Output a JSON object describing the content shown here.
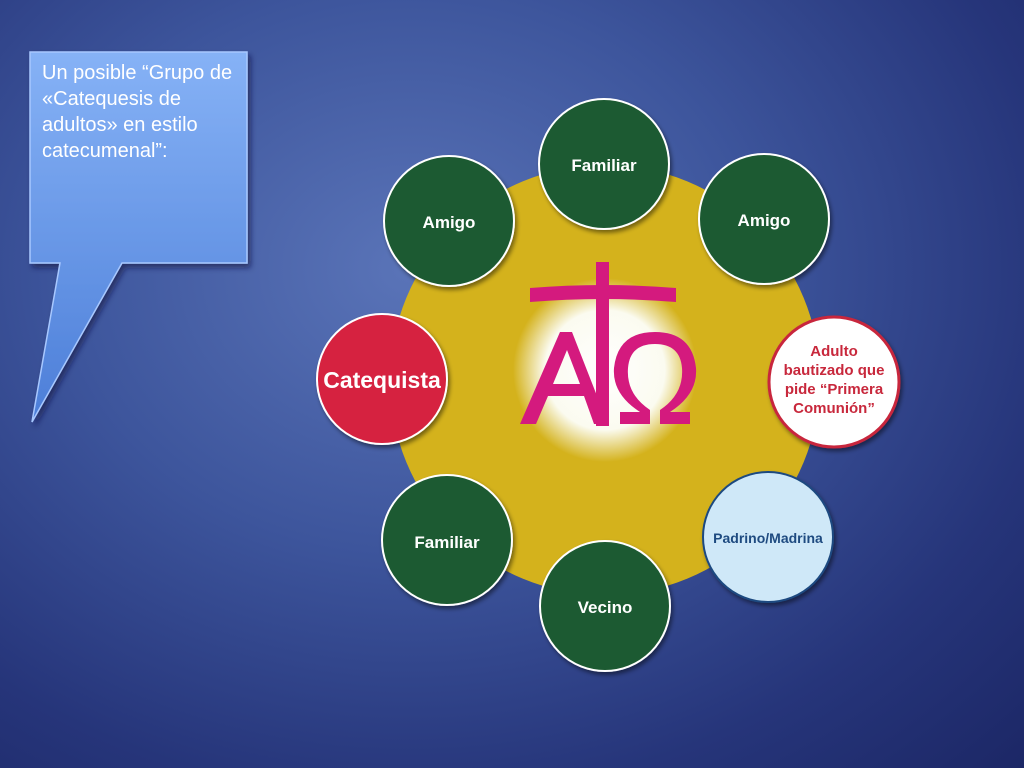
{
  "callout": {
    "text": "Un posible “Grupo de «Catequesis de adultos» en estilo catecumenal”:"
  },
  "diagram": {
    "center_symbol": "alpha-tau-omega-symbol",
    "nodes": [
      {
        "label": "Familiar",
        "role": "familiar"
      },
      {
        "label": "Amigo",
        "role": "amigo"
      },
      {
        "label": "Adulto bautizado que pide “Primera Comunión”",
        "role": "adulto"
      },
      {
        "label": "Padrino/Madrina",
        "role": "padrino"
      },
      {
        "label": "Vecino",
        "role": "vecino"
      },
      {
        "label": "Familiar",
        "role": "familiar"
      },
      {
        "label": "Catequista",
        "role": "catequista"
      },
      {
        "label": "Amigo",
        "role": "amigo"
      }
    ]
  },
  "colors": {
    "background": "#2f4490",
    "callout_fill": "#6f9ff0",
    "outer_ring": "#d4b21c",
    "node_green": "#1f5a30",
    "node_red": "#d6203f",
    "node_light_blue": "#cfe8f8",
    "symbol_magenta": "#d41a7e"
  }
}
